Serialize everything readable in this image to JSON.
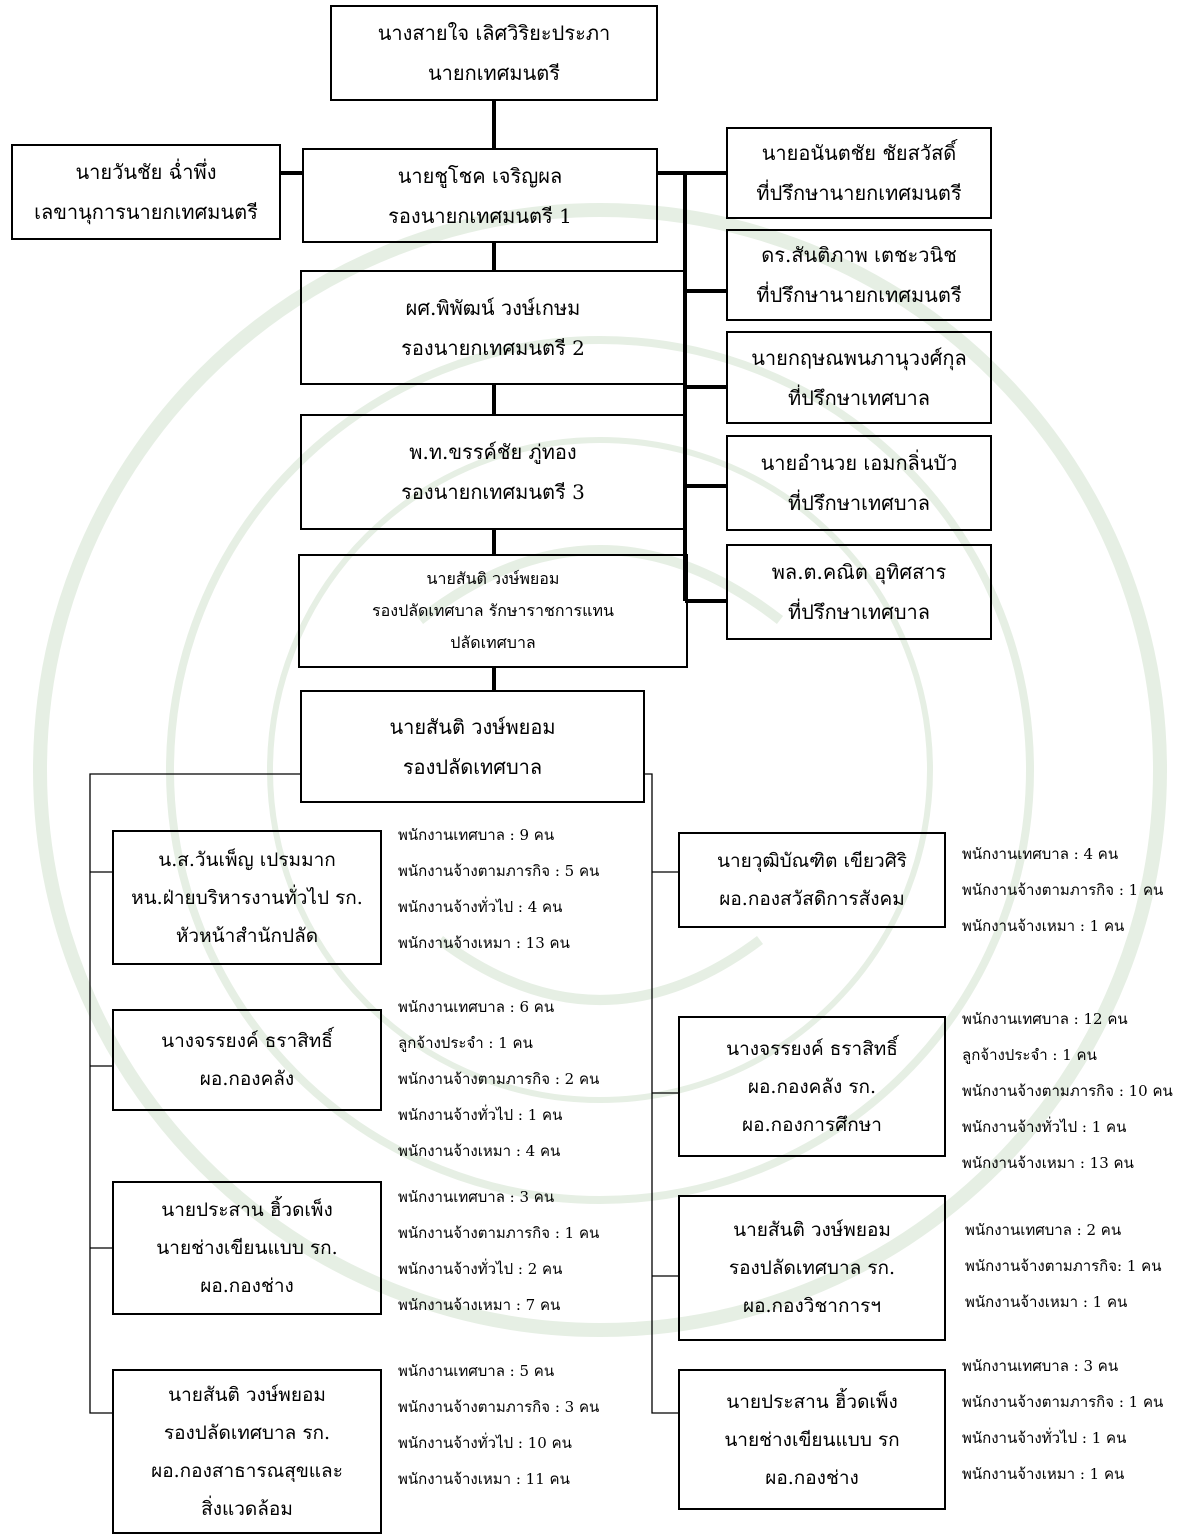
{
  "top": {
    "mayor": {
      "name": "นางสายใจ เลิศวิริยะประภา",
      "title": "นายกเทศมนตรี"
    },
    "secretary": {
      "name": "นายวันชัย ฉ่ำพึ่ง",
      "title": "เลขานุการนายกเทศมนตรี"
    },
    "deputy_1": {
      "name": "นายชูโชค เจริญผล",
      "title": "รองนายกเทศมนตรี 1"
    },
    "deputy_2": {
      "name": "ผศ.พิพัฒน์ วงษ์เกษม",
      "title": "รองนายกเทศมนตรี 2"
    },
    "deputy_3": {
      "name": "พ.ท.ขรรค์ชัย ภู่ทอง",
      "title": "รองนายกเทศมนตรี 3"
    },
    "acting_clerk": {
      "name": "นายสันติ วงษ์พยอม",
      "title": "รองปลัดเทศบาล รักษาราชการแทน",
      "title2": "ปลัดเทศบาล"
    },
    "deputy_clerk": {
      "name": "นายสันติ  วงษ์พยอม",
      "title": "รองปลัดเทศบาล"
    }
  },
  "advisors": [
    {
      "name": "นายอนันตชัย  ชัยสวัสดิ์",
      "title": "ที่ปรึกษานายกเทศมนตรี"
    },
    {
      "name": "ดร.สันติภาพ  เตชะวนิช",
      "title": "ที่ปรึกษานายกเทศมนตรี"
    },
    {
      "name": "นายกฤษณพนภานุวงศ์กุล",
      "title": "ที่ปรึกษาเทศบาล"
    },
    {
      "name": "นายอำนวย เอมกลิ่นบัว",
      "title": "ที่ปรึกษาเทศบาล"
    },
    {
      "name": "พล.ต.คณิต  อุทิศสาร",
      "title": "ที่ปรึกษาเทศบาล"
    }
  ],
  "departments_left": [
    {
      "lines": [
        "น.ส.วันเพ็ญ  เปรมมาก",
        "หน.ฝ่ายบริหารงานทั่วไป รก.",
        "หัวหน้าสำนักปลัด"
      ],
      "staff": [
        "พนักงานเทศบาล : 9 คน",
        "พนักงานจ้างตามภารกิจ : 5 คน",
        "พนักงานจ้างทั่วไป : 4 คน",
        "พนักงานจ้างเหมา : 13 คน"
      ]
    },
    {
      "lines": [
        "นางจรรยงค์ ธราสิทธิ์",
        "ผอ.กองคลัง"
      ],
      "staff": [
        "พนักงานเทศบาล : 6 คน",
        "ลูกจ้างประจำ : 1 คน",
        "พนักงานจ้างตามภารกิจ : 2 คน",
        "พนักงานจ้างทั่วไป : 1 คน",
        "พนักงานจ้างเหมา : 4 คน"
      ]
    },
    {
      "lines": [
        "นายประสาน  ฮิ้วดเพ็ง",
        "นายช่างเขียนแบบ  รก.",
        "ผอ.กองช่าง"
      ],
      "staff": [
        "พนักงานเทศบาล : 3 คน",
        "พนักงานจ้างตามภารกิจ : 1 คน",
        "พนักงานจ้างทั่วไป : 2 คน",
        "พนักงานจ้างเหมา : 7 คน"
      ]
    },
    {
      "lines": [
        "นายสันติ วงษ์พยอม",
        "รองปลัดเทศบาล รก.",
        "ผอ.กองสาธารณสุขและ",
        "สิ่งแวดล้อม"
      ],
      "staff": [
        "พนักงานเทศบาล : 5 คน",
        "พนักงานจ้างตามภารกิจ : 3 คน",
        "พนักงานจ้างทั่วไป : 10 คน",
        "พนักงานจ้างเหมา : 11 คน"
      ]
    }
  ],
  "departments_right": [
    {
      "lines": [
        "นายวุฒิบัณฑิต เขียวศิริ",
        "ผอ.กองสวัสดิการสังคม"
      ],
      "staff": [
        "พนักงานเทศบาล : 4 คน",
        "พนักงานจ้างตามภารกิจ : 1 คน",
        "พนักงานจ้างเหมา : 1 คน"
      ]
    },
    {
      "lines": [
        "นางจรรยงค์ ธราสิทธิ์",
        "ผอ.กองคลัง  รก.",
        "ผอ.กองการศึกษา"
      ],
      "staff": [
        "พนักงานเทศบาล : 12 คน",
        "ลูกจ้างประจำ : 1 คน",
        "พนักงานจ้างตามภารกิจ : 10 คน",
        "พนักงานจ้างทั่วไป : 1 คน",
        "พนักงานจ้างเหมา : 13 คน"
      ]
    },
    {
      "lines": [
        "นายสันติ  วงษ์พยอม",
        "รองปลัดเทศบาล รก.",
        "ผอ.กองวิชาการฯ"
      ],
      "staff": [
        "พนักงานเทศบาล : 2 คน",
        "พนักงานจ้างตามภารกิจ: 1 คน",
        "พนักงานจ้างเหมา : 1 คน"
      ]
    },
    {
      "lines": [
        "นายประสาน  ฮิ้วดเพ็ง",
        "นายช่างเขียนแบบ รก",
        "ผอ.กองช่าง"
      ],
      "staff": [
        "พนักงานเทศบาล : 3 คน",
        "พนักงานจ้างตามภารกิจ : 1 คน",
        "พนักงานจ้างทั่วไป : 1 คน",
        "พนักงานจ้างเหมา : 1 คน"
      ]
    }
  ]
}
